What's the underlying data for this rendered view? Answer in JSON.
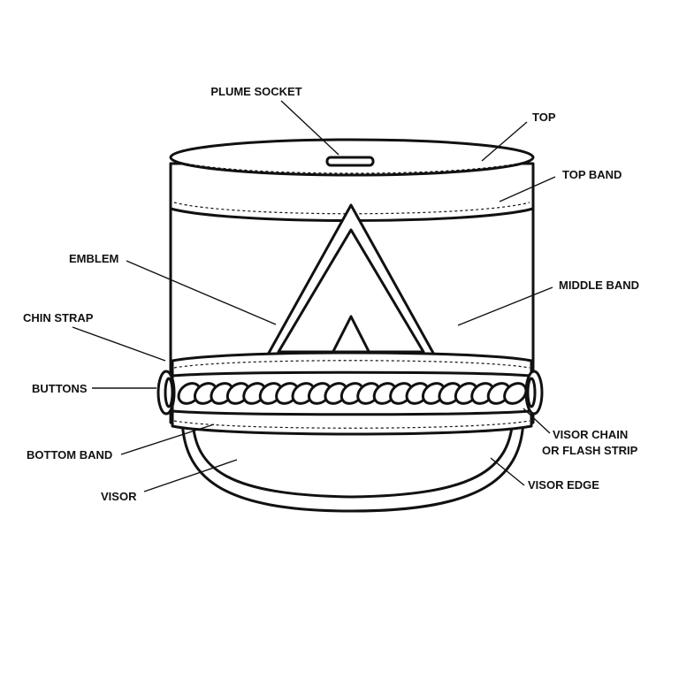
{
  "labels": {
    "plume_socket": "PLUME SOCKET",
    "top": "TOP",
    "top_band": "TOP BAND",
    "emblem": "EMBLEM",
    "middle_band": "MIDDLE BAND",
    "chin_strap": "CHIN STRAP",
    "buttons": "BUTTONS",
    "bottom_band": "BOTTOM BAND",
    "visor": "VISOR",
    "visor_chain_1": "VISOR CHAIN",
    "visor_chain_2": "OR FLASH STRIP",
    "visor_edge": "VISOR EDGE"
  },
  "colors": {
    "line": "#111111",
    "background": "#ffffff"
  }
}
